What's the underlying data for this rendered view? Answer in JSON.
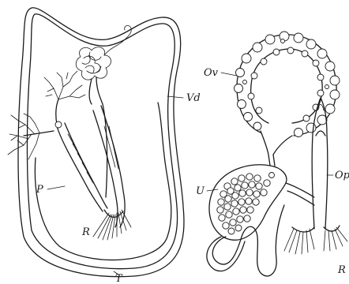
{
  "figure": {
    "ink_color": "#1a1a1a",
    "background": "#ffffff",
    "left_panel": {
      "labels": {
        "vd": "Vd",
        "p": "P",
        "r": "R",
        "t": "T"
      }
    },
    "right_panel": {
      "labels": {
        "ov": "Ov",
        "u": "U",
        "op": "Op",
        "r": "R"
      }
    }
  }
}
